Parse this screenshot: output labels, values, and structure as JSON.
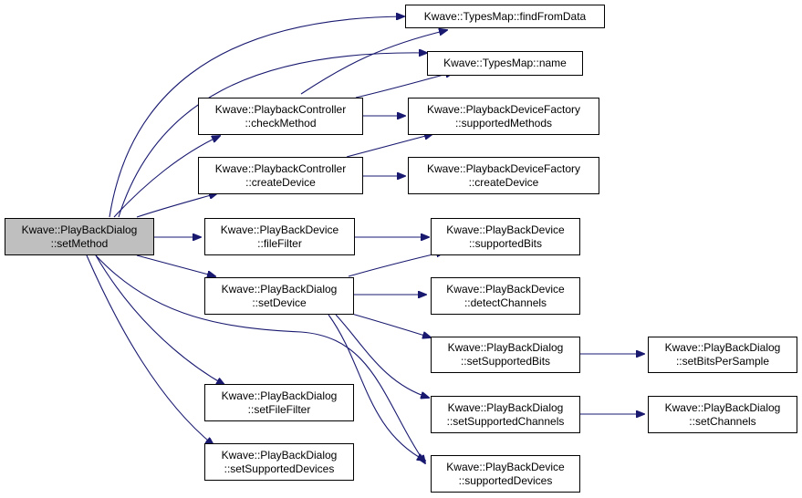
{
  "nodes": {
    "setMethod": {
      "line1": "Kwave::PlayBackDialog",
      "line2": "::setMethod"
    },
    "checkMethod": {
      "line1": "Kwave::PlaybackController",
      "line2": "::checkMethod"
    },
    "createDevice": {
      "line1": "Kwave::PlaybackController",
      "line2": "::createDevice"
    },
    "fileFilter": {
      "line1": "Kwave::PlayBackDevice",
      "line2": "::fileFilter"
    },
    "setDevice": {
      "line1": "Kwave::PlayBackDialog",
      "line2": "::setDevice"
    },
    "setFileFilter": {
      "line1": "Kwave::PlayBackDialog",
      "line2": "::setFileFilter"
    },
    "setSupportedDevices": {
      "line1": "Kwave::PlayBackDialog",
      "line2": "::setSupportedDevices"
    },
    "findFromData": {
      "line1": "Kwave::TypesMap::findFromData"
    },
    "typesName": {
      "line1": "Kwave::TypesMap::name"
    },
    "supportedMethods": {
      "line1": "Kwave::PlaybackDeviceFactory",
      "line2": "::supportedMethods"
    },
    "factoryCreateDevice": {
      "line1": "Kwave::PlaybackDeviceFactory",
      "line2": "::createDevice"
    },
    "supportedBits": {
      "line1": "Kwave::PlayBackDevice",
      "line2": "::supportedBits"
    },
    "detectChannels": {
      "line1": "Kwave::PlayBackDevice",
      "line2": "::detectChannels"
    },
    "setSupportedBits": {
      "line1": "Kwave::PlayBackDialog",
      "line2": "::setSupportedBits"
    },
    "setSupportedChannels": {
      "line1": "Kwave::PlayBackDialog",
      "line2": "::setSupportedChannels"
    },
    "supportedDevices": {
      "line1": "Kwave::PlayBackDevice",
      "line2": "::supportedDevices"
    },
    "setBitsPerSample": {
      "line1": "Kwave::PlayBackDialog",
      "line2": "::setBitsPerSample"
    },
    "setChannels": {
      "line1": "Kwave::PlayBackDialog",
      "line2": "::setChannels"
    }
  },
  "colors": {
    "edge": "#191970",
    "root_fill": "#bfbfbf",
    "node_fill": "#ffffff",
    "border": "#000000"
  }
}
